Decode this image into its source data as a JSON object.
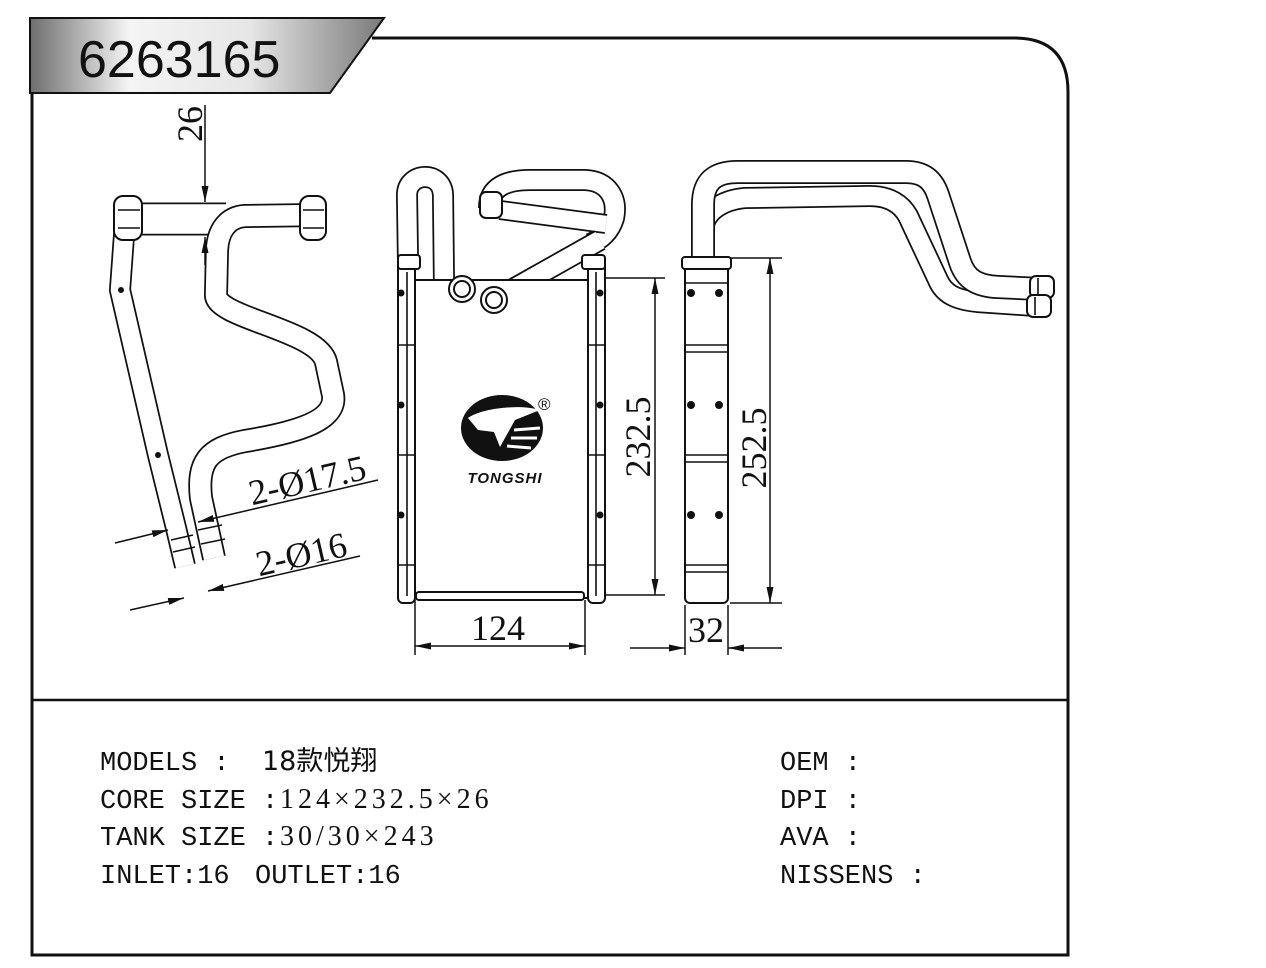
{
  "header": {
    "part_number": "6263165"
  },
  "drawing": {
    "dimensions": {
      "side_depth": "26",
      "inlet_pipe": "2-Ø17.5",
      "outlet_pipe": "2-Ø16",
      "core_height": "232.5",
      "overall_height": "252.5",
      "core_width": "124",
      "thickness": "32"
    },
    "logo": {
      "brand": "TONGSHI",
      "mark": "®"
    }
  },
  "specs": {
    "models": {
      "label": "MODELS :",
      "value": "18款悦翔"
    },
    "core_size": {
      "label": "CORE SIZE :",
      "value": "124×232.5×26"
    },
    "tank_size": {
      "label": "TANK SIZE :",
      "value": "30/30×243"
    },
    "inlet": "INLET:16",
    "outlet": "OUTLET:16"
  },
  "cross_refs": [
    "OEM :",
    "DPI :",
    "AVA :",
    "NISSENS :"
  ],
  "colors": {
    "line": "#111111",
    "background": "#ffffff",
    "tab_dark": "#6e6e6e",
    "tab_light": "#f4f4f4"
  }
}
